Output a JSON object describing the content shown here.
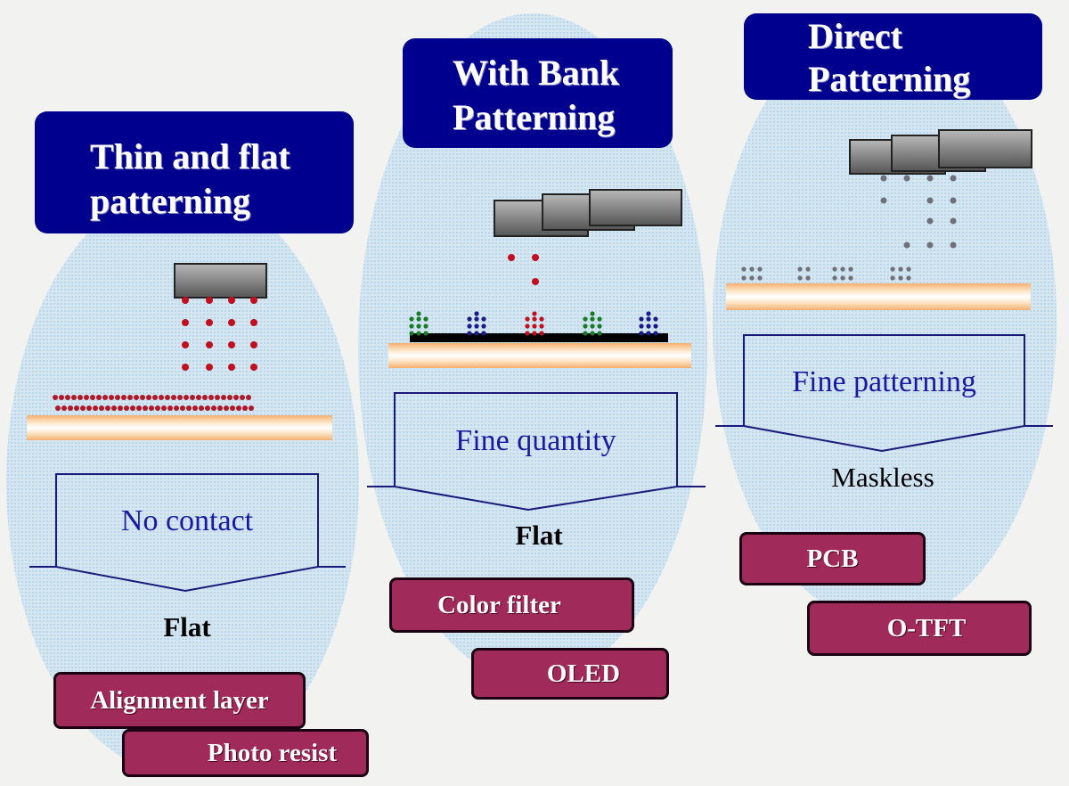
{
  "colors": {
    "background": "#f2f2f0",
    "ellipse_fill": "#cfe3f0",
    "title_box": "#00008f",
    "title_text": "#ffffff",
    "benefit_text": "#1a1aa0",
    "application_box": "#a02a5a",
    "substrate_orange": "#f4b070",
    "nozzle_gray": "#7a7a7a",
    "droplet_red": "#c01020",
    "droplet_green": "#1a7a2a",
    "droplet_blue": "#1a1a8a",
    "droplet_gray": "#707078",
    "bank_black": "#000000"
  },
  "columns": [
    {
      "id": "thin-flat",
      "title_lines": [
        "Thin and flat",
        "patterning"
      ],
      "benefit": "No contact",
      "result": "Flat",
      "applications": [
        "Alignment layer",
        "Photo resist"
      ],
      "droplet_color": "droplet_red"
    },
    {
      "id": "bank",
      "title_lines": [
        "With Bank",
        "Patterning"
      ],
      "benefit": "Fine quantity",
      "result": "Flat",
      "applications": [
        "Color filter",
        "OLED"
      ],
      "droplet_color": "droplet_red"
    },
    {
      "id": "direct",
      "title_lines": [
        "Direct",
        "Patterning"
      ],
      "benefit": "Fine patterning",
      "result": "Maskless",
      "applications": [
        "PCB",
        "O-TFT"
      ],
      "droplet_color": "droplet_gray"
    }
  ]
}
